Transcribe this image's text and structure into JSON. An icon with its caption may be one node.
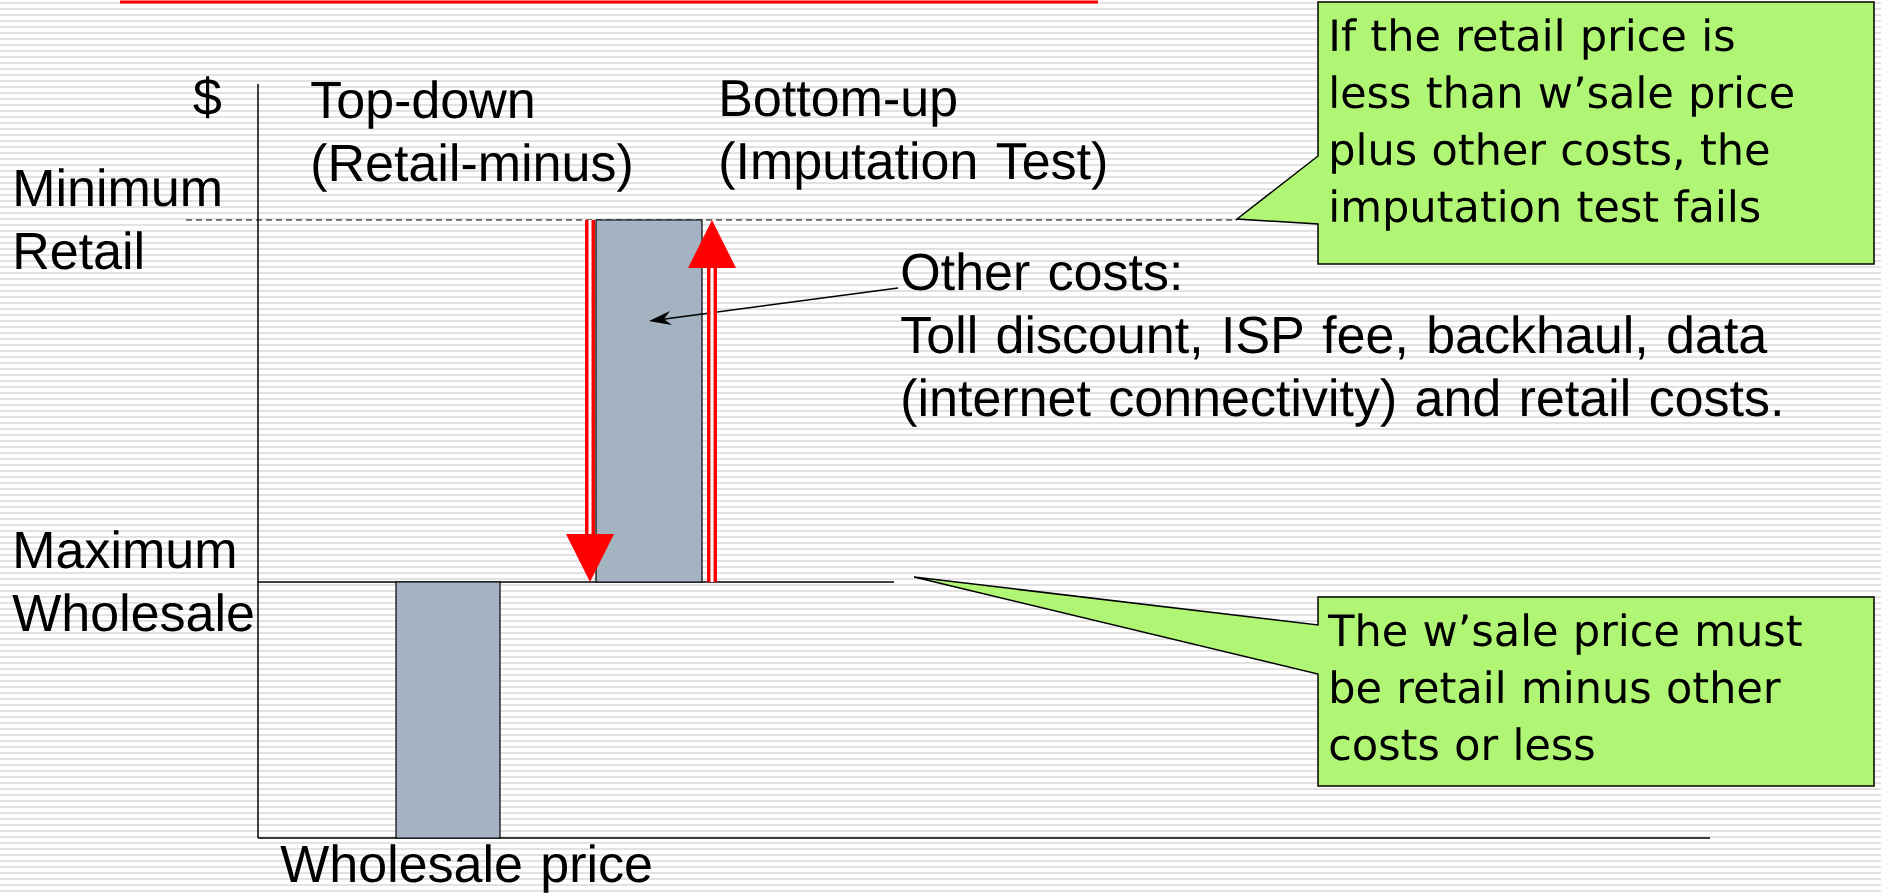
{
  "diagram": {
    "nodes": [
      {
        "text": [],
        "shape": "bar"
      },
      {
        "text": [],
        "shape": "bar"
      },
      {
        "text": [
          "Other costs:",
          "Toll discount, ISP fee, backhaul, data (internet connectivity) and retail costs."
        ]
      },
      {
        "text": [
          "If the retail price is less than w’sale price plus other costs, the imputation test fails"
        ]
      },
      {
        "text": [
          "The w’sale price must be retail minus other costs or less"
        ]
      }
    ],
    "edges": [
      {
        "from": 2,
        "to": 1,
        "arrow": "to"
      }
    ],
    "labels": [
      "$",
      "Top-down (Retail-minus)",
      "Bottom-up (Imputation Test)",
      "Minimum Retail",
      "Maximum Wholesale",
      "Wholesale price"
    ]
  }
}
